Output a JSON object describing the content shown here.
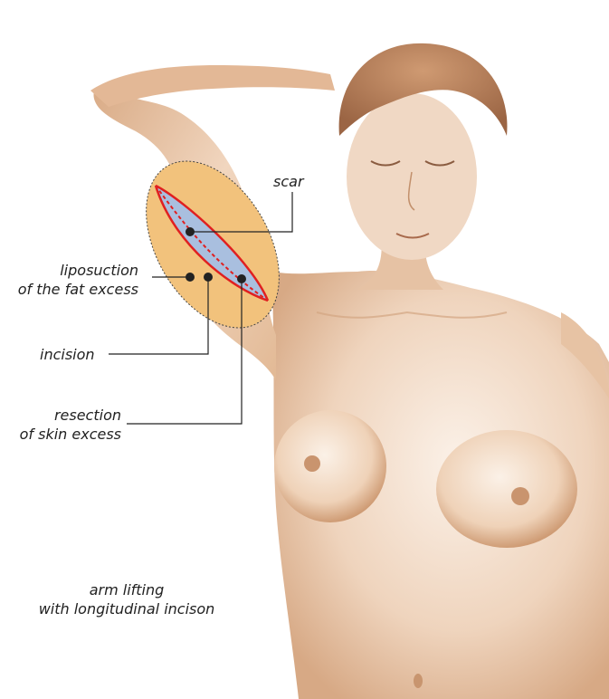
{
  "labels": {
    "scar": "scar",
    "liposuction_line1": "liposuction",
    "liposuction_line2": "of the fat excess",
    "incision": "incision",
    "resection_line1": "resection",
    "resection_line2": "of skin excess"
  },
  "caption": {
    "line1": "arm lifting",
    "line2": "with longitudinal incison"
  },
  "colors": {
    "skin_light": "#f6e6d9",
    "skin_mid": "#e6c3a6",
    "skin_shadow": "#c89670",
    "hair": "#b07a55",
    "fat_zone": "#f2c27c",
    "skin_excess": "#a9bfdf",
    "incision": "#e02020",
    "leader": "#222222"
  }
}
